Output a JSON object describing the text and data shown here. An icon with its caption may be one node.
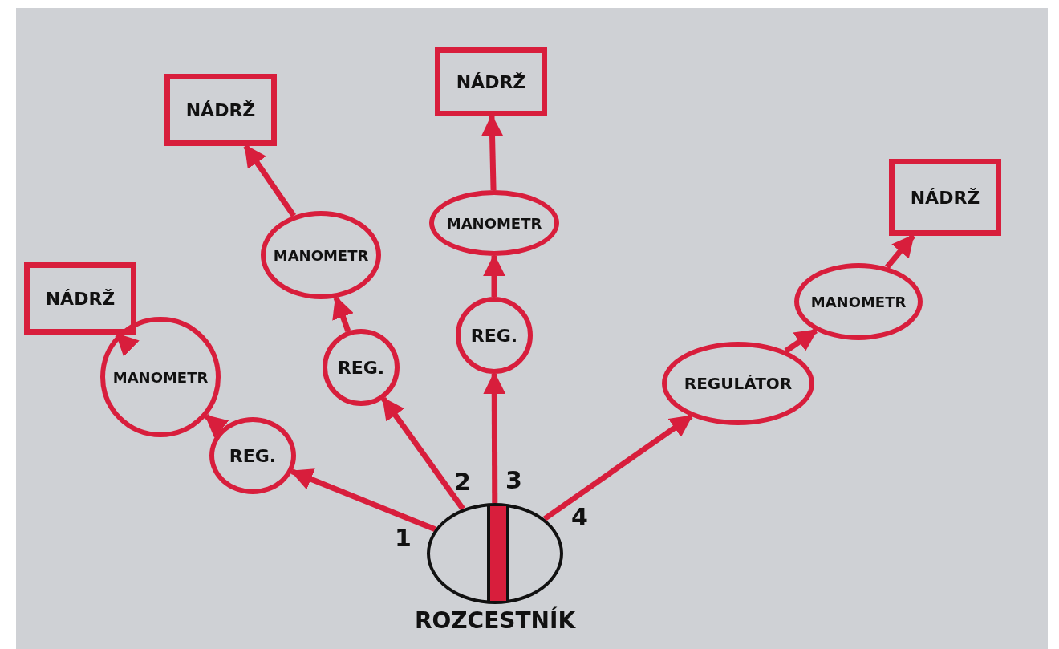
{
  "diagram": {
    "nodes": [
      {
        "text": [
          "ROZCESTNÍK"
        ]
      },
      {
        "text": [
          "REG."
        ]
      },
      {
        "text": [
          "MANOMETR"
        ]
      },
      {
        "text": [
          "NÁDRŽ"
        ]
      },
      {
        "text": [
          "REG."
        ]
      },
      {
        "text": [
          "MANOMETR"
        ]
      },
      {
        "text": [
          "NÁDRŽ"
        ]
      },
      {
        "text": [
          "REG."
        ]
      },
      {
        "text": [
          "MANOMETR"
        ]
      },
      {
        "text": [
          "NÁDRŽ"
        ]
      },
      {
        "text": [
          "REGULÁTOR"
        ]
      },
      {
        "text": [
          "MANOMETR"
        ]
      },
      {
        "text": [
          "NÁDRŽ"
        ]
      }
    ],
    "edges": [
      {
        "from": 0,
        "to": 1,
        "arrow": "to"
      },
      {
        "from": 1,
        "to": 2,
        "arrow": "to"
      },
      {
        "from": 2,
        "to": 3,
        "arrow": "to"
      },
      {
        "from": 0,
        "to": 4,
        "arrow": "to"
      },
      {
        "from": 4,
        "to": 5,
        "arrow": "to"
      },
      {
        "from": 5,
        "to": 6,
        "arrow": "to"
      },
      {
        "from": 0,
        "to": 7,
        "arrow": "to"
      },
      {
        "from": 7,
        "to": 8,
        "arrow": "to"
      },
      {
        "from": 8,
        "to": 9,
        "arrow": "to"
      },
      {
        "from": 0,
        "to": 10,
        "arrow": "to"
      },
      {
        "from": 10,
        "to": 11,
        "arrow": "to"
      },
      {
        "from": 11,
        "to": 12,
        "arrow": "to"
      }
    ],
    "labels": [
      "1",
      "2",
      "3",
      "4"
    ]
  }
}
